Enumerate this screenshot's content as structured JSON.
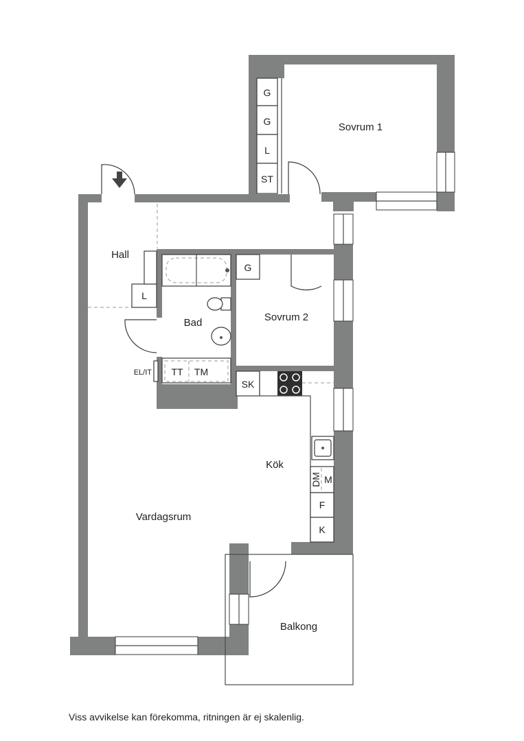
{
  "rooms": {
    "sovrum1": "Sovrum 1",
    "hall": "Hall",
    "bad": "Bad",
    "sovrum2": "Sovrum 2",
    "kok": "Kök",
    "vardagsrum": "Vardagsrum",
    "balkong": "Balkong"
  },
  "fixtures": {
    "g1": "G",
    "g2": "G",
    "l1": "L",
    "st": "ST",
    "g3": "G",
    "l2": "L",
    "elit": "EL/IT",
    "tt": "TT",
    "tm": "TM",
    "sk": "SK",
    "dm": "DM",
    "m": "M",
    "f": "F",
    "k": "K"
  },
  "disclaimer": "Viss avvikelse kan förekomma, ritningen är ej skalenlig.",
  "colors": {
    "wall": "#7f8281"
  }
}
